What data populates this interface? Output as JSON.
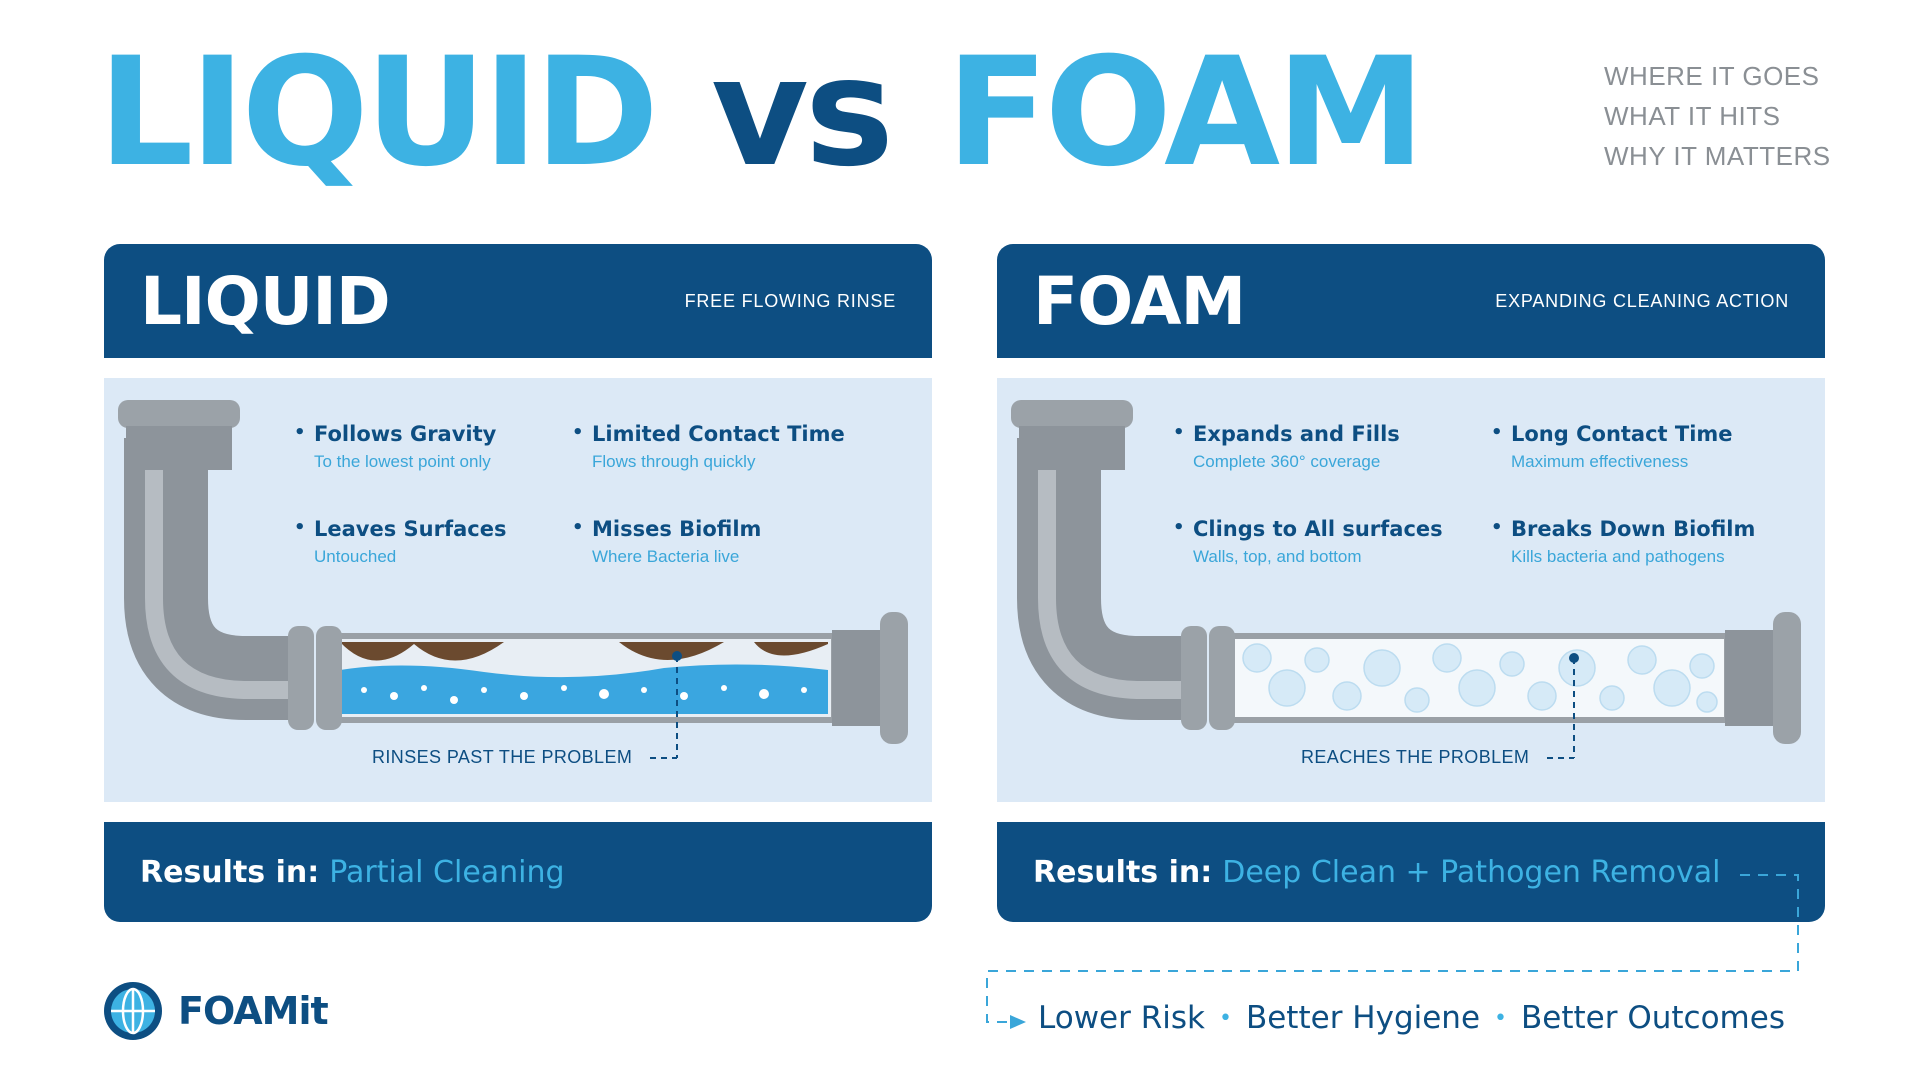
{
  "header": {
    "title_left": "LIQUID",
    "title_mid": "vs",
    "title_right": "FOAM",
    "tagline": [
      "WHERE IT GOES",
      "WHAT IT HITS",
      "WHY IT MATTERS"
    ]
  },
  "liquid": {
    "title": "LIQUID",
    "subtitle": "FREE FLOWING RINSE",
    "bullets": [
      {
        "title": "Follows Gravity",
        "sub": "To the lowest point only"
      },
      {
        "title": "Limited Contact Time",
        "sub": "Flows through quickly"
      },
      {
        "title": "Leaves Surfaces",
        "sub": "Untouched"
      },
      {
        "title": "Misses Biofilm",
        "sub": "Where Bacteria live"
      }
    ],
    "callout": "RINSES PAST THE PROBLEM",
    "result_label": "Results in:",
    "result_value": "Partial Cleaning"
  },
  "foam": {
    "title": "FOAM",
    "subtitle": "EXPANDING CLEANING ACTION",
    "bullets": [
      {
        "title": "Expands and Fills",
        "sub": "Complete 360° coverage"
      },
      {
        "title": "Long Contact Time",
        "sub": "Maximum effectiveness"
      },
      {
        "title": "Clings to All surfaces",
        "sub": "Walls, top, and bottom"
      },
      {
        "title": "Breaks Down Biofilm",
        "sub": "Kills bacteria and pathogens"
      }
    ],
    "callout": "REACHES THE PROBLEM",
    "result_label": "Results in:",
    "result_value": "Deep Clean + Pathogen Removal"
  },
  "logo": {
    "text": "FOAMit"
  },
  "outcomes": [
    "Lower Risk",
    "Better Hygiene",
    "Better Outcomes"
  ],
  "colors": {
    "dark_blue": "#0d4e82",
    "light_blue": "#3db2e3",
    "panel_bg": "#dce9f6",
    "pipe_gray": "#9aa0a6",
    "tagline_gray": "#8a8f94"
  }
}
